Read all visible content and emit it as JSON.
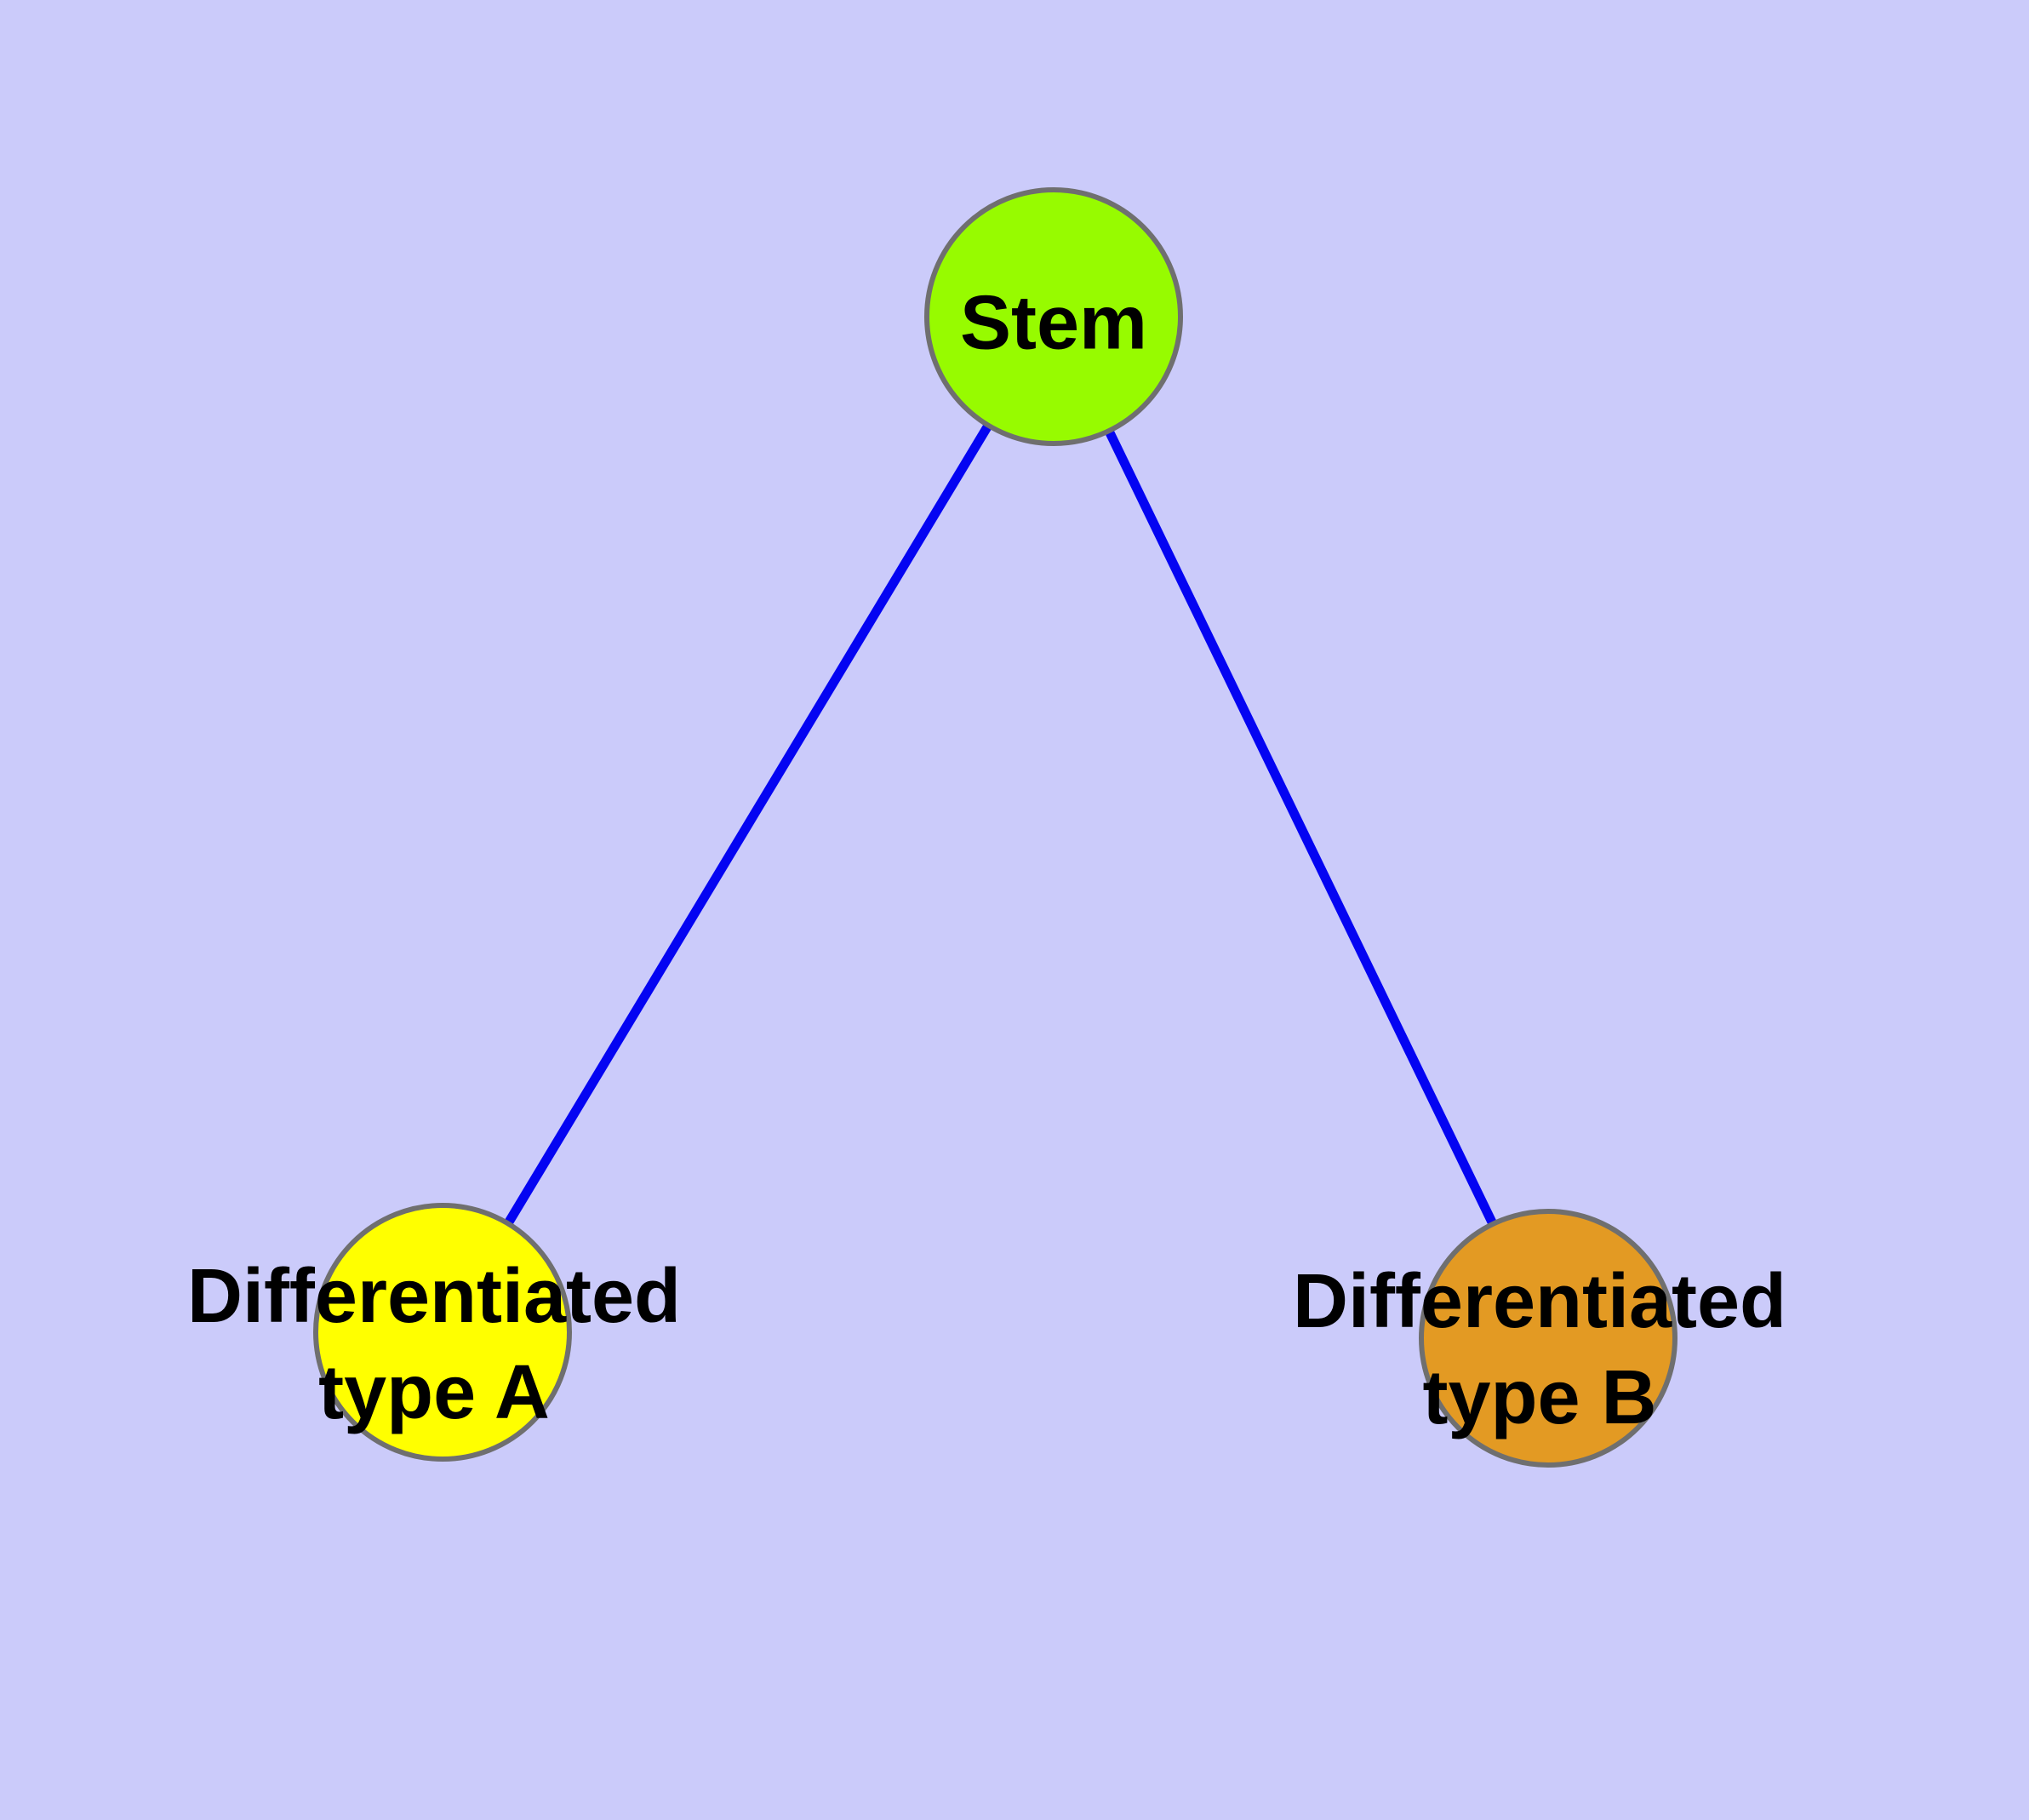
{
  "diagram": {
    "title": "stem-cell-differentiation-graph",
    "background_color": "#cbcbfa",
    "edge_color": "#0404f2",
    "node_border_color": "#6f6f6f",
    "text_color": "#000000",
    "nodes": [
      {
        "id": "stem",
        "label": "Stem",
        "color": "#97fb00"
      },
      {
        "id": "type-a",
        "label": "Differentiated\ntype A",
        "color": "#ffff00"
      },
      {
        "id": "type-b",
        "label": "Differentiated\ntype B",
        "color": "#e39a23"
      }
    ],
    "edges": [
      {
        "from": "Stem",
        "to": "Differentiated type A"
      },
      {
        "from": "Stem",
        "to": "Differentiated type B"
      }
    ]
  }
}
